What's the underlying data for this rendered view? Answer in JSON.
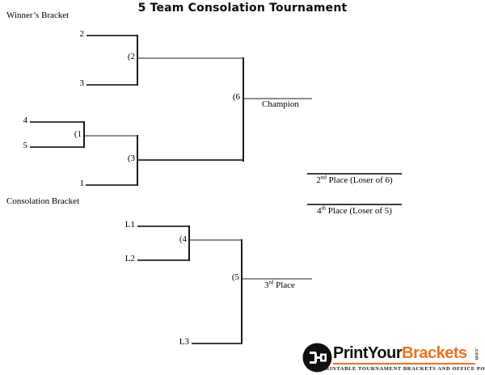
{
  "title": "5 Team Consolation Tournament",
  "winners": {
    "label": "Winner’s Bracket",
    "seed_2": "2",
    "seed_3": "3",
    "seed_4": "4",
    "seed_5": "5",
    "seed_1": "1",
    "game_1": "(1",
    "game_2": "(2",
    "game_3": "(3",
    "game_6": "(6",
    "champion_label": "Champion"
  },
  "consolation": {
    "label": "Consolation Bracket",
    "loser_1": "L1",
    "loser_2": "L2",
    "loser_3": "L3",
    "game_4": "(4",
    "game_5": "(5"
  },
  "placements": {
    "second": {
      "num": "2",
      "sup": "nd",
      "rest": " Place (Loser of 6)"
    },
    "third": {
      "num": "3",
      "sup": "rd",
      "rest": " Place"
    },
    "fourth": {
      "num": "4",
      "sup": "th",
      "rest": " Place (Loser of 5)"
    }
  },
  "logo": {
    "brand_part1": "PrintYour",
    "brand_part2": "Brackets",
    "domain": ".com",
    "tagline": "PRINTABLE TOURNAMENT BRACKETS AND OFFICE POOLS",
    "accent_color": "#EE7320",
    "text_color": "#101010"
  }
}
